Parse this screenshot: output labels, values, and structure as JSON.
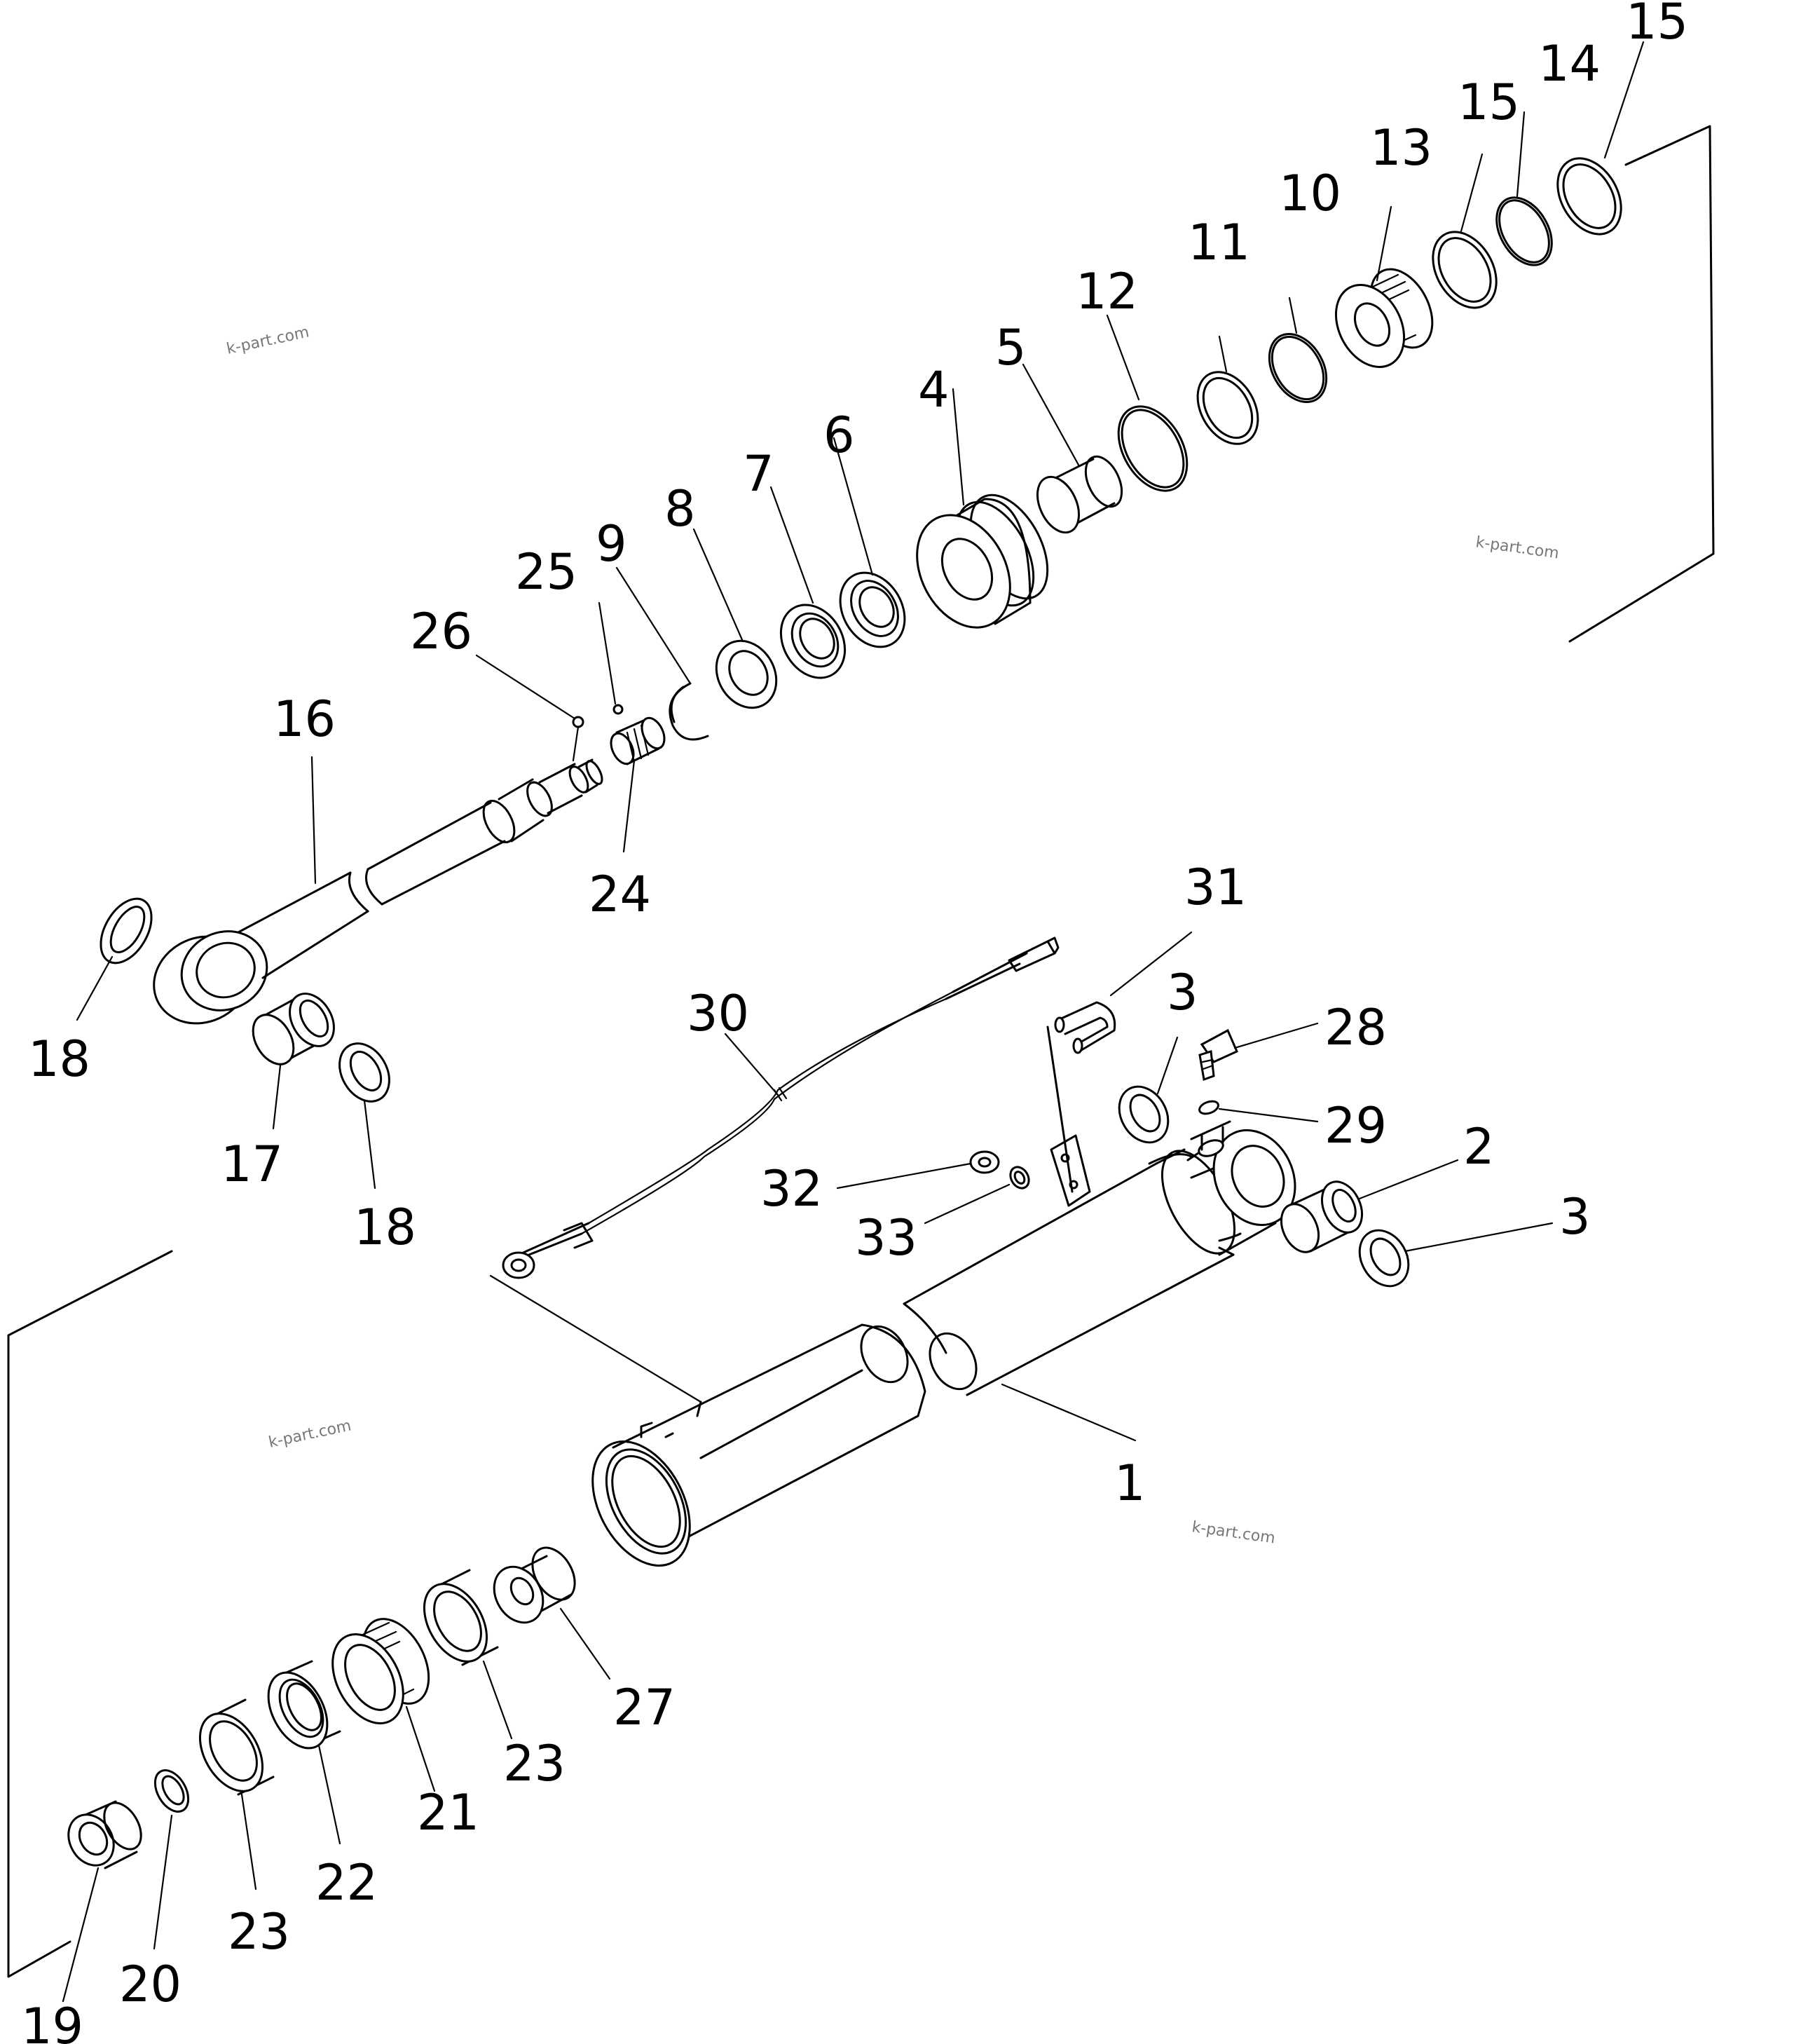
{
  "watermarks": [
    "k-part.com",
    "k-part.com",
    "k-part.com",
    "k-part.com"
  ],
  "parts": [
    {
      "num": "1"
    },
    {
      "num": "2"
    },
    {
      "num": "3"
    },
    {
      "num": "3"
    },
    {
      "num": "4"
    },
    {
      "num": "5"
    },
    {
      "num": "6"
    },
    {
      "num": "7"
    },
    {
      "num": "8"
    },
    {
      "num": "9"
    },
    {
      "num": "10"
    },
    {
      "num": "11"
    },
    {
      "num": "12"
    },
    {
      "num": "13"
    },
    {
      "num": "14"
    },
    {
      "num": "15"
    },
    {
      "num": "15"
    },
    {
      "num": "16"
    },
    {
      "num": "17"
    },
    {
      "num": "18"
    },
    {
      "num": "18"
    },
    {
      "num": "19"
    },
    {
      "num": "20"
    },
    {
      "num": "21"
    },
    {
      "num": "22"
    },
    {
      "num": "23"
    },
    {
      "num": "23"
    },
    {
      "num": "24"
    },
    {
      "num": "25"
    },
    {
      "num": "26"
    },
    {
      "num": "27"
    },
    {
      "num": "28"
    },
    {
      "num": "29"
    },
    {
      "num": "30"
    },
    {
      "num": "31"
    },
    {
      "num": "32"
    },
    {
      "num": "33"
    }
  ]
}
